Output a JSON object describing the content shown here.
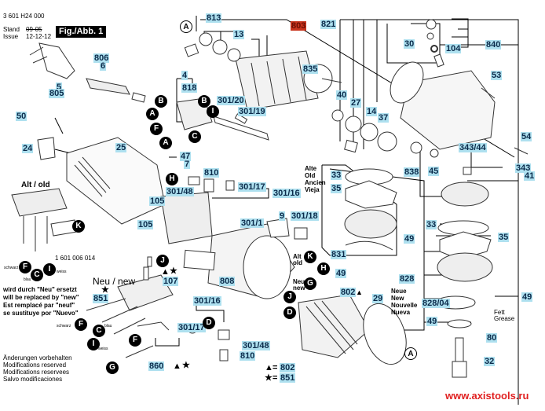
{
  "header": {
    "part_number": "3 601 H24 000",
    "stand_label": "Stand",
    "issue_label": "Issue",
    "stand_value": "09-05",
    "issue_value": "12-12-12",
    "figure_title": "Fig./Abb. 1"
  },
  "part_labels": [
    {
      "id": "813",
      "text": "813"
    },
    {
      "id": "13",
      "text": "13"
    },
    {
      "id": "803",
      "text": "803",
      "highlight": "red"
    },
    {
      "id": "821",
      "text": "821"
    },
    {
      "id": "835",
      "text": "835"
    },
    {
      "id": "806",
      "text": "806"
    },
    {
      "id": "6",
      "text": "6"
    },
    {
      "id": "5",
      "text": "5"
    },
    {
      "id": "805",
      "text": "805"
    },
    {
      "id": "4",
      "text": "4"
    },
    {
      "id": "818",
      "text": "818"
    },
    {
      "id": "301_20",
      "text": "301/20"
    },
    {
      "id": "301_19",
      "text": "301/19"
    },
    {
      "id": "50",
      "text": "50"
    },
    {
      "id": "24",
      "text": "24"
    },
    {
      "id": "25",
      "text": "25"
    },
    {
      "id": "47",
      "text": "47"
    },
    {
      "id": "7",
      "text": "7"
    },
    {
      "id": "810a",
      "text": "810"
    },
    {
      "id": "301_17a",
      "text": "301/17"
    },
    {
      "id": "301_16a",
      "text": "301/16"
    },
    {
      "id": "301_48a",
      "text": "301/48"
    },
    {
      "id": "105a",
      "text": "105"
    },
    {
      "id": "105b",
      "text": "105"
    },
    {
      "id": "9",
      "text": "9"
    },
    {
      "id": "301_18",
      "text": "301/18"
    },
    {
      "id": "301_1",
      "text": "301/1"
    },
    {
      "id": "30",
      "text": "30"
    },
    {
      "id": "104",
      "text": "104"
    },
    {
      "id": "840",
      "text": "840"
    },
    {
      "id": "53",
      "text": "53"
    },
    {
      "id": "40",
      "text": "40"
    },
    {
      "id": "27",
      "text": "27"
    },
    {
      "id": "14",
      "text": "14"
    },
    {
      "id": "37",
      "text": "37"
    },
    {
      "id": "54",
      "text": "54"
    },
    {
      "id": "343_44",
      "text": "343/44"
    },
    {
      "id": "45",
      "text": "45"
    },
    {
      "id": "343",
      "text": "343"
    },
    {
      "id": "838",
      "text": "838"
    },
    {
      "id": "41",
      "text": "41"
    },
    {
      "id": "33a",
      "text": "33"
    },
    {
      "id": "35a",
      "text": "35"
    },
    {
      "id": "49a",
      "text": "49"
    },
    {
      "id": "831",
      "text": "831"
    },
    {
      "id": "49b",
      "text": "49"
    },
    {
      "id": "33b",
      "text": "33"
    },
    {
      "id": "35b",
      "text": "35"
    },
    {
      "id": "828",
      "text": "828"
    },
    {
      "id": "49c",
      "text": "49"
    },
    {
      "id": "828_04",
      "text": "828/04"
    },
    {
      "id": "49d",
      "text": "49"
    },
    {
      "id": "80",
      "text": "80"
    },
    {
      "id": "32",
      "text": "32"
    },
    {
      "id": "802",
      "text": "802"
    },
    {
      "id": "29",
      "text": "29"
    },
    {
      "id": "808",
      "text": "808"
    },
    {
      "id": "107",
      "text": "107"
    },
    {
      "id": "851",
      "text": "851"
    },
    {
      "id": "301_16b",
      "text": "301/16"
    },
    {
      "id": "301_17b",
      "text": "301/17"
    },
    {
      "id": "301_48b",
      "text": "301/48"
    },
    {
      "id": "810b",
      "text": "810"
    },
    {
      "id": "860",
      "text": "860"
    },
    {
      "id": "leg802",
      "text": "802"
    },
    {
      "id": "leg851",
      "text": "851"
    }
  ],
  "connector_markers": [
    "A",
    "B",
    "C",
    "D",
    "F",
    "G",
    "H",
    "I",
    "J",
    "K"
  ],
  "alt_old_left": "Alt / old",
  "neu_new_left": "Neu / new",
  "switch_part_number": "1 601 006 014",
  "wire_colors": {
    "black": "schwarz",
    "blue": "blau",
    "white": "weiss"
  },
  "replacement_note": [
    "wird durch \"Neu\" ersetzt",
    "will be replaced by \"new\"",
    "Est remplacé par \"neuf\"",
    "se sustituye por \"Nuevo\""
  ],
  "modifications_note": [
    "Änderungen vorbehalten",
    "Modifications reserved",
    "Modifications reservees",
    "Salvo modificaciones"
  ],
  "alt_old_small": [
    "Alt",
    "old"
  ],
  "neu_new_small": [
    "Neu",
    "new"
  ],
  "old_variants": [
    "Alte",
    "Old",
    "Ancien",
    "Vieja"
  ],
  "new_variants": [
    "Neue",
    "New",
    "Nouvelle",
    "Nueva"
  ],
  "grease_note": [
    "Fett",
    "Grease"
  ],
  "legend": [
    {
      "symbol": "▲",
      "equals": "=",
      "part": "802"
    },
    {
      "symbol": "★",
      "equals": "=",
      "part": "851"
    }
  ],
  "watermark": "www.axistools.ru"
}
